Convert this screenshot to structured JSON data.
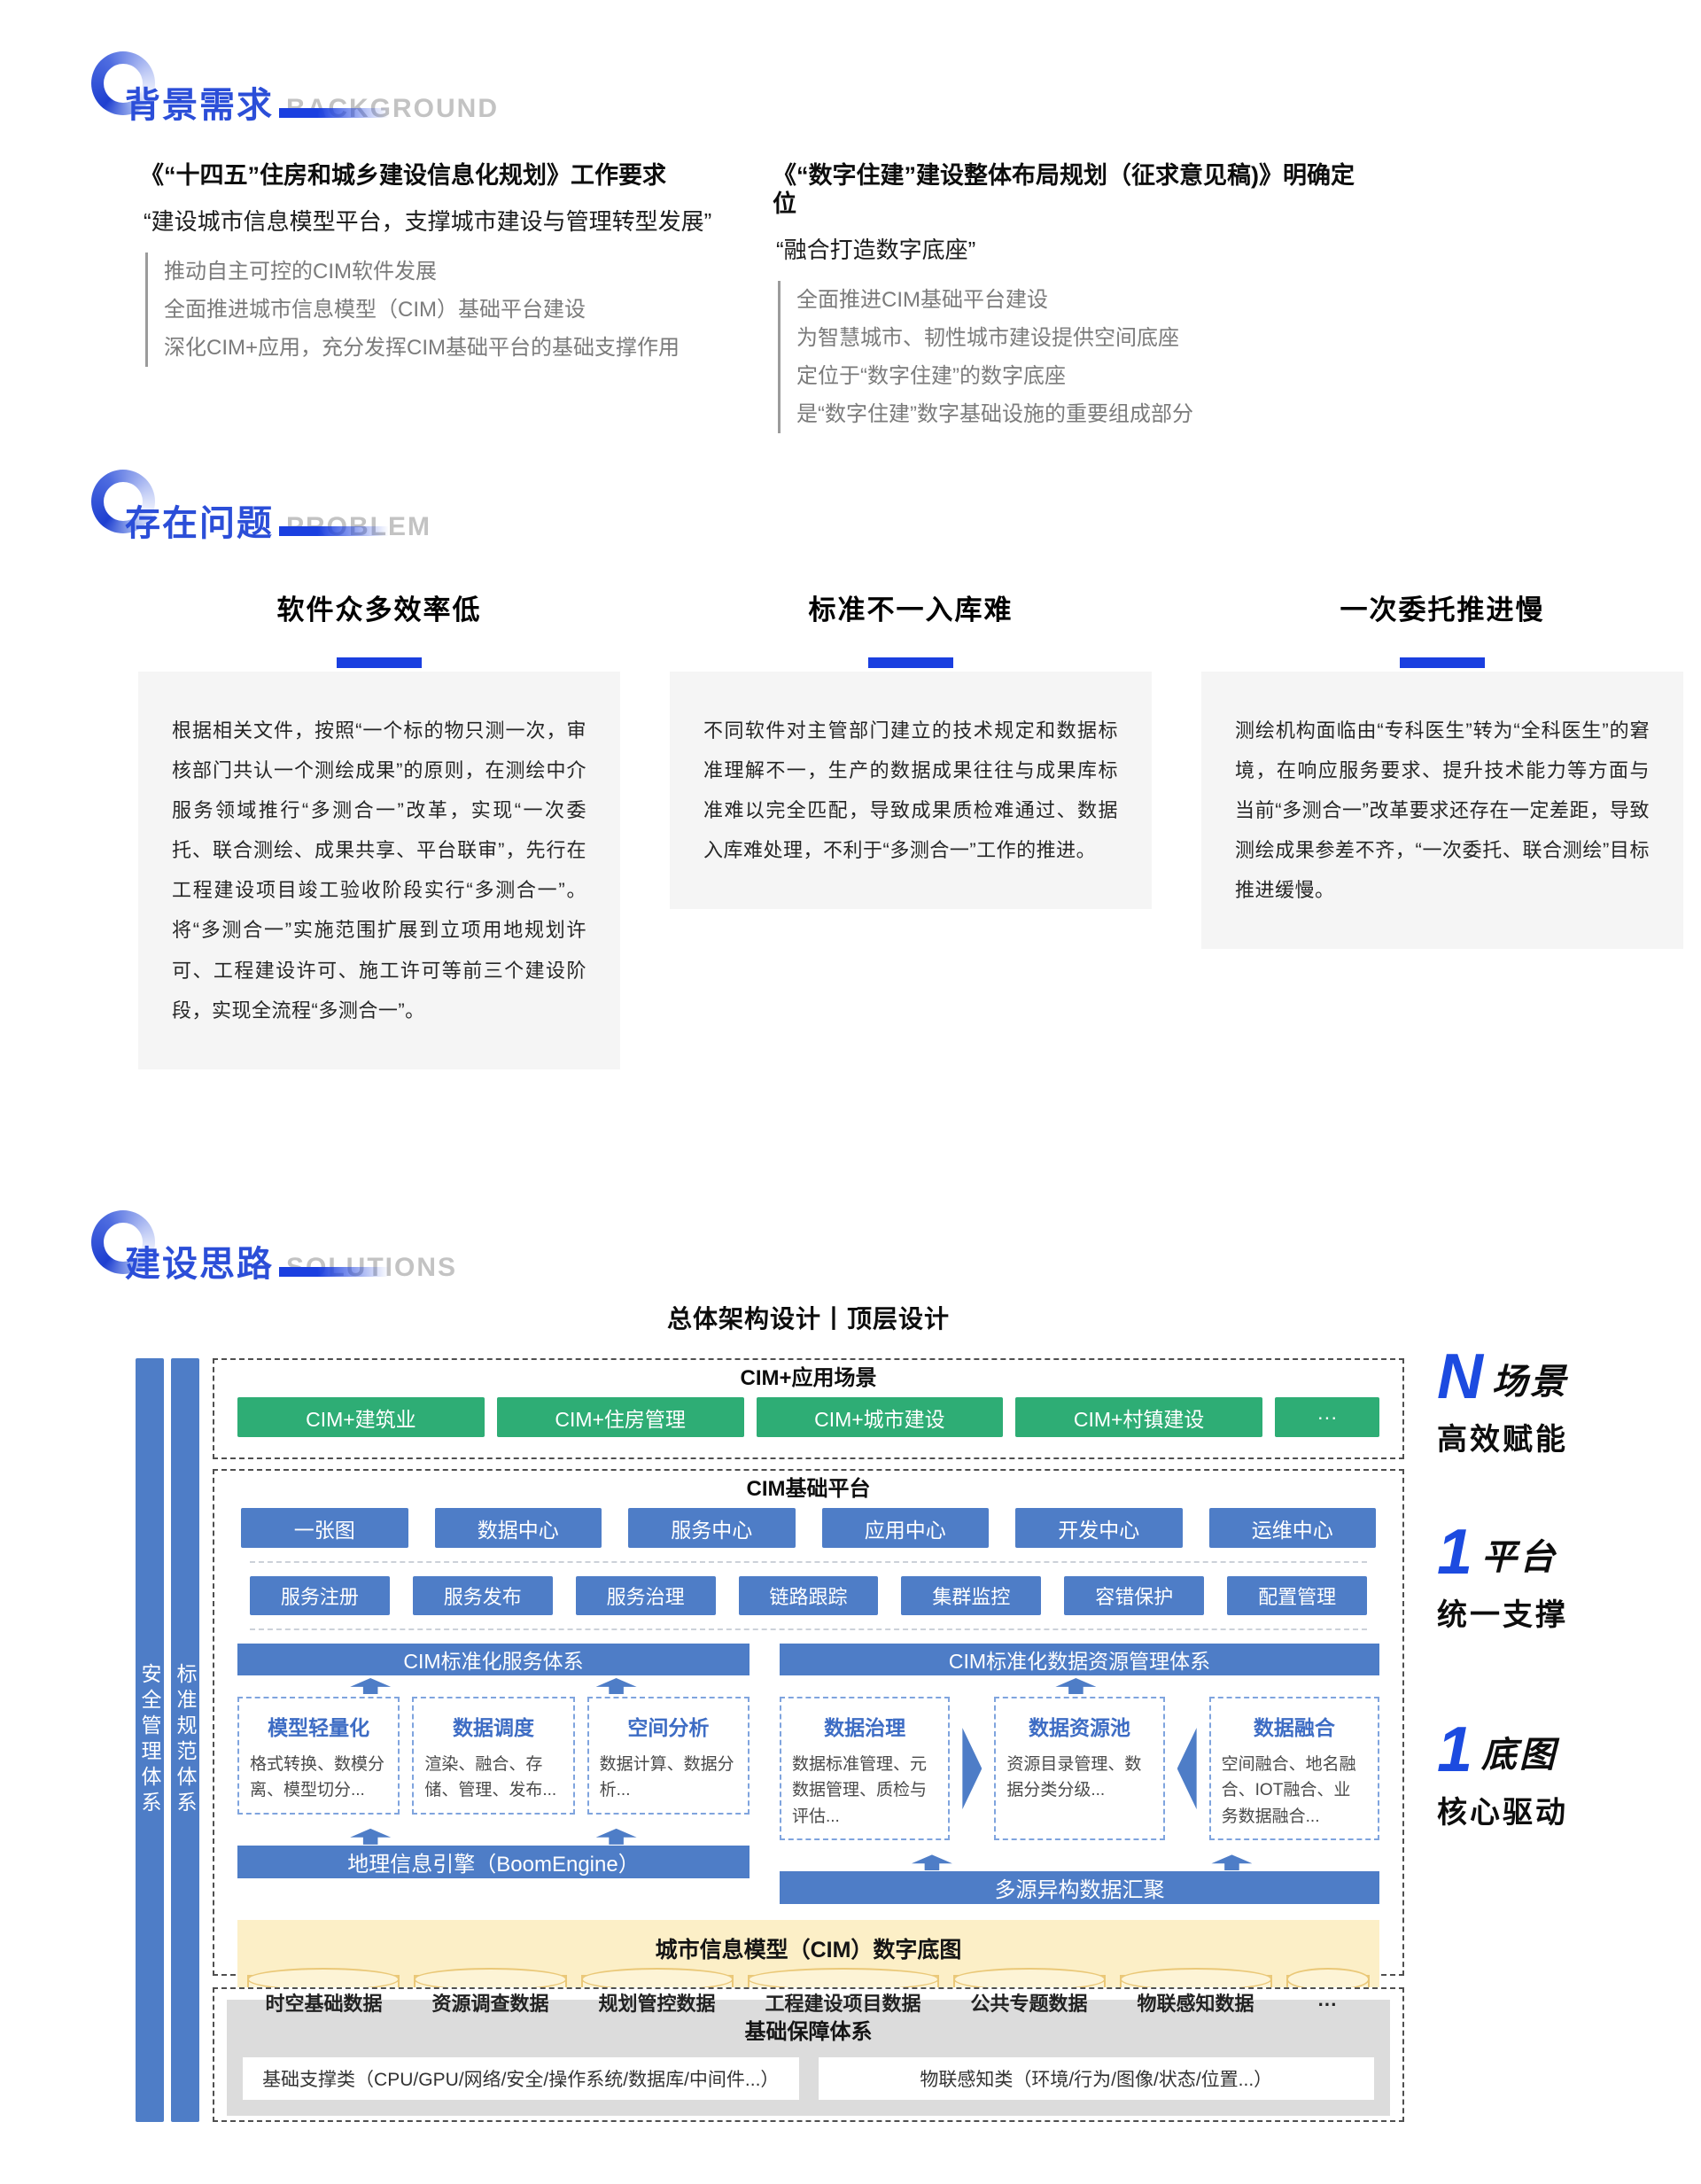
{
  "colors": {
    "primary_blue": "#2b4ed8",
    "bright_blue": "#1a3fe0",
    "button_blue": "#4e7dc7",
    "green": "#2ead75",
    "card_gray": "#f5f5f5",
    "support_gray": "#dcdcdc",
    "yellow_bg": "#fcefc7",
    "yellow_border": "#eac878",
    "en_gray": "#c3c3c3"
  },
  "background": {
    "heading": {
      "cn": "背景需求",
      "en": "BACKGROUND"
    },
    "left": {
      "title": "《“十四五”住房和城乡建设信息化规划》工作要求",
      "quote": "“建设城市信息模型平台，支撑城市建设与管理转型发展”",
      "items": [
        "推动自主可控的CIM软件发展",
        "全面推进城市信息模型（CIM）基础平台建设",
        "深化CIM+应用，充分发挥CIM基础平台的基础支撑作用"
      ]
    },
    "right": {
      "title": "《“数字住建”建设整体布局规划（征求意见稿)》明确定位",
      "quote": "“融合打造数字底座”",
      "items": [
        "全面推进CIM基础平台建设",
        "为智慧城市、韧性城市建设提供空间底座",
        "定位于“数字住建”的数字底座",
        "是“数字住建”数字基础设施的重要组成部分"
      ]
    }
  },
  "problem": {
    "heading": {
      "cn": "存在问题",
      "en": "PROBLEM"
    },
    "cards": [
      {
        "title": "软件众多效率低",
        "body": "根据相关文件，按照“一个标的物只测一次，审核部门共认一个测绘成果”的原则，在测绘中介服务领域推行“多测合一”改革，实现“一次委托、联合测绘、成果共享、平台联审”，先行在工程建设项目竣工验收阶段实行“多测合一”。将“多测合一”实施范围扩展到立项用地规划许可、工程建设许可、施工许可等前三个建设阶段，实现全流程“多测合一”。"
      },
      {
        "title": "标准不一入库难",
        "body": "不同软件对主管部门建立的技术规定和数据标准理解不一，生产的数据成果往往与成果库标准难以完全匹配，导致成果质检难通过、数据入库难处理，不利于“多测合一”工作的推进。"
      },
      {
        "title": "一次委托推进慢",
        "body": "测绘机构面临由“专科医生”转为“全科医生”的窘境，在响应服务要求、提升技术能力等方面与当前“多测合一”改革要求还存在一定差距，导致测绘成果参差不齐，“一次委托、联合测绘”目标推进缓慢。"
      }
    ]
  },
  "solutions": {
    "heading": {
      "cn": "建设思路",
      "en": "SOLUTIONS"
    },
    "diagram_title": "总体架构设计丨顶层设计",
    "sidebars": [
      "安全管理体系",
      "标准规范体系"
    ],
    "app": {
      "title": "CIM+应用场景",
      "buttons": [
        "CIM+建筑业",
        "CIM+住房管理",
        "CIM+城市建设",
        "CIM+村镇建设"
      ],
      "more": "···"
    },
    "platform": {
      "title": "CIM基础平台",
      "centers": [
        "一张图",
        "数据中心",
        "服务中心",
        "应用中心",
        "开发中心",
        "运维中心"
      ],
      "services": [
        "服务注册",
        "服务发布",
        "服务治理",
        "链路跟踪",
        "集群监控",
        "容错保护",
        "配置管理"
      ],
      "left": {
        "bar": "CIM标准化服务体系",
        "boxes": [
          {
            "title": "模型轻量化",
            "desc": "格式转换、数模分离、模型切分..."
          },
          {
            "title": "数据调度",
            "desc": "渲染、融合、存储、管理、发布..."
          },
          {
            "title": "空间分析",
            "desc": "数据计算、数据分析..."
          }
        ],
        "base": "地理信息引擎（BoomEngine）"
      },
      "right": {
        "bar": "CIM标准化数据资源管理体系",
        "boxes": [
          {
            "title": "数据治理",
            "desc": "数据标准管理、元数据管理、质检与评估..."
          },
          {
            "title": "数据资源池",
            "desc": "资源目录管理、数据分类分级..."
          },
          {
            "title": "数据融合",
            "desc": "空间融合、地名融合、IOT融合、业务数据融合..."
          }
        ],
        "base": "多源异构数据汇聚"
      },
      "basemap": {
        "title": "城市信息模型（CIM）数字底图",
        "dbs": [
          "时空基础数据",
          "资源调查数据",
          "规划管控数据",
          "工程建设项目数据",
          "公共专题数据",
          "物联感知数据"
        ],
        "more": "···"
      }
    },
    "support": {
      "title": "基础保障体系",
      "boxes": [
        "基础支撑类（CPU/GPU/网络/安全/操作系统/数据库/中间件...）",
        "物联感知类（环境/行为/图像/状态/位置...）"
      ]
    },
    "annotations": [
      {
        "big": "N",
        "label": "场景",
        "sub": "高效赋能"
      },
      {
        "big": "1",
        "label": "平台",
        "sub": "统一支撑"
      },
      {
        "big": "1",
        "label": "底图",
        "sub": "核心驱动"
      }
    ]
  }
}
